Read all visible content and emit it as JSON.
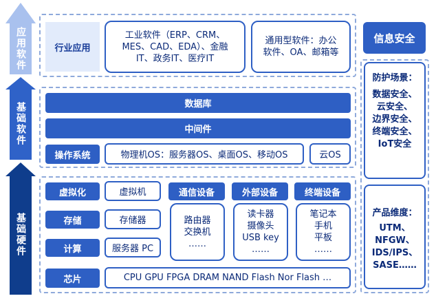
{
  "layers": {
    "app": "应用软件",
    "base_software": "基础软件",
    "base_hardware": "基础硬件"
  },
  "app": {
    "industry": "行业应用",
    "industrial": "工业软件（ERP、CRM、\nMES、CAD、EDA）、金融\nIT、政务IT、医疗IT",
    "general": "通用型软件：办公\n软件、OA、邮箱等"
  },
  "software": {
    "database": "数据库",
    "middleware": "中间件",
    "os_label": "操作系统",
    "os_types": "物理机OS：服务器OS、桌面OS、移动OS",
    "cloud_os": "云OS"
  },
  "hardware": {
    "virtualization": "虚拟化",
    "vm": "虚拟机",
    "storage": "存储",
    "storage_device": "存储器",
    "compute": "计算",
    "server": "服务器 PC",
    "chip": "芯片",
    "chip_types": "CPU GPU FPGA DRAM  NAND Flash   Nor Flash …",
    "comm": "通信设备",
    "comm_items": "路由器\n交换机\n……",
    "external": "外部设备",
    "external_items": "读卡器\n摄像头\nUSB key\n……",
    "terminal": "终端设备",
    "terminal_items": "笔记本\n手机\n平板\n……"
  },
  "security": {
    "title": "信息安全",
    "scenes_title": "防护场景：",
    "scenes": "数据安全、\n云安全、\n边界安全、\n终端安全、\nIoT安全",
    "products_title": "产品维度：",
    "products": "UTM、\nNFGW、\nIDS/IPS、\nSASE……"
  },
  "colors": {
    "primary": "#2e5fc4",
    "pale": "#e2ebfb",
    "arrow_top": "#a9c1ee",
    "arrow_mid": "#2f62c8",
    "arrow_bottom": "#0f3d8c"
  }
}
